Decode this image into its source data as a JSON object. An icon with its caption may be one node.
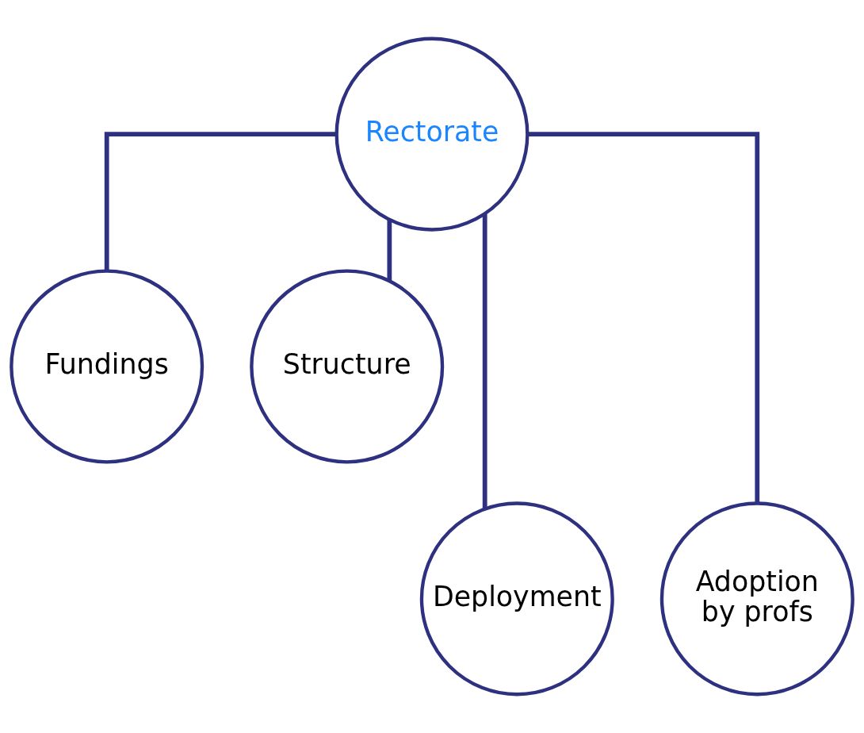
{
  "diagram": {
    "nodes": [
      {
        "text": [
          "Rectorate"
        ]
      },
      {
        "text": [
          "Fundings"
        ]
      },
      {
        "text": [
          "Structure"
        ]
      },
      {
        "text": [
          "Deployment"
        ]
      },
      {
        "text": [
          "Adoption by profs"
        ]
      }
    ],
    "edges": [
      {
        "from": 0,
        "to": 1,
        "arrow": "none"
      },
      {
        "from": 0,
        "to": 2,
        "arrow": "none"
      },
      {
        "from": 0,
        "to": 3,
        "arrow": "none"
      },
      {
        "from": 0,
        "to": 4,
        "arrow": "none"
      }
    ]
  }
}
